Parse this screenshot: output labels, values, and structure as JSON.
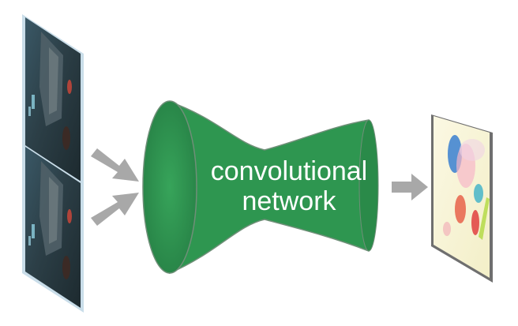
{
  "diagram": {
    "network_label_line1": "convolutional",
    "network_label_line2": "network",
    "colors": {
      "network_fill": "#2e9650",
      "network_dark": "#237a3f",
      "network_edge": "#6f8f78",
      "arrow": "#a8a8a8",
      "frame_border": "#8fb7cf",
      "flow_background": "#f7f4d6"
    },
    "elements": {
      "input_frames": [
        "frame-1",
        "frame-2"
      ],
      "output": "optical-flow-output"
    }
  }
}
